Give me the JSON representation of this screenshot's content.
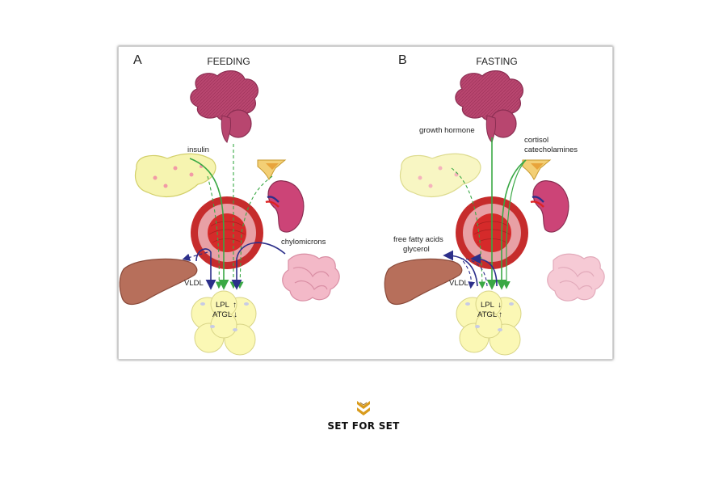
{
  "panels": [
    {
      "letter": "A",
      "title": "FEEDING",
      "hormone_label": "insulin",
      "right_label": "chylomicrons",
      "vldl_label": "VLDL",
      "lpl_label": "LPL",
      "lpl_arrow": "↑",
      "atgl_label": "ATGL",
      "atgl_arrow": "↓"
    },
    {
      "letter": "B",
      "title": "FASTING",
      "pituitary_label": "growth hormone",
      "adrenal_label_1": "cortisol",
      "adrenal_label_2": "catecholamines",
      "ffa_label_1": "free fatty acids",
      "ffa_label_2": "glycerol",
      "vldl_label": "VLDL",
      "lpl_label": "LPL",
      "lpl_arrow": "↓",
      "atgl_label": "ATGL",
      "atgl_arrow": "↑"
    }
  ],
  "logo": {
    "text": "SET FOR SET"
  },
  "colors": {
    "brain": "#b8466f",
    "pancreas": "#f6f4b0",
    "heart_outer": "#c62c2c",
    "heart_inner": "#e8a0a5",
    "liver": "#b76f5b",
    "kidney": "#cc4477",
    "intestine": "#f3b9c8",
    "adipocyte": "#fbf8b5",
    "green_arrow": "#3aa845",
    "blue_arrow": "#2c2f8a",
    "logo_gold": "#d99b1c"
  }
}
